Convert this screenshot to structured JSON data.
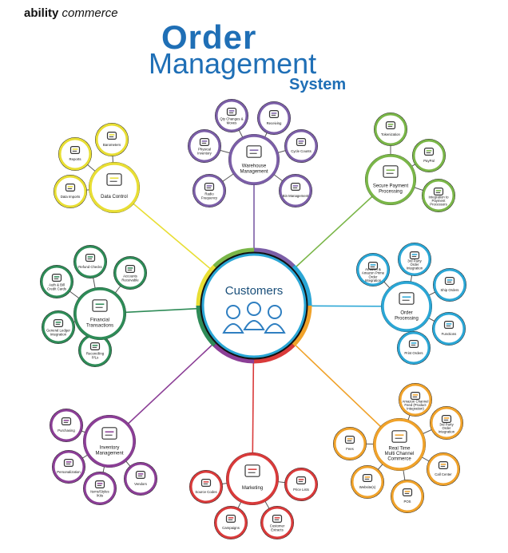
{
  "header": {
    "brand_bold": "ability",
    "brand_italic": "commerce",
    "title_line1": "Order",
    "title_line2": "Management",
    "title_line3": "System"
  },
  "center": {
    "label": "Customers"
  },
  "groups": [
    {
      "key": "warehouse",
      "label": "Warehouse Management",
      "color": "#7b5ea7",
      "items": [
        "Qty Changes & Moves",
        "Receiving",
        "Physical Inventory",
        "Cycle Counts",
        "Radio Frequency",
        "Bin Management"
      ]
    },
    {
      "key": "secure-payment",
      "label": "Secure Payment Processing",
      "color": "#7ab648",
      "items": [
        "Tokenization",
        "PayPal",
        "Integration to Payment Processors"
      ]
    },
    {
      "key": "order-processing",
      "label": "Order Processing",
      "color": "#2aa6d5",
      "items": [
        "Amazon & Amazon Prime Order Integration",
        "3rd Party Order Integration",
        "Ship Orders",
        "Functions",
        "Print Orders"
      ]
    },
    {
      "key": "real-time",
      "label": "Real Time Multi Channel Commerce",
      "color": "#f0a22a",
      "items": [
        "Amazon Channel Feed (Product Integration)",
        "3rd Party Order Integration",
        "Call Center",
        "POS",
        "Website(s)",
        "Fees"
      ]
    },
    {
      "key": "marketing",
      "label": "Marketing",
      "color": "#d93a3a",
      "items": [
        "Source Codes",
        "Price Lists",
        "Customer Extracts",
        "Campaigns"
      ]
    },
    {
      "key": "inventory",
      "label": "Inventory Management",
      "color": "#8b3e96",
      "items": [
        "Purchasing",
        "Personalization",
        "Items/Styles /Kits",
        "Vendors"
      ]
    },
    {
      "key": "financial",
      "label": "Financial Transactions",
      "color": "#2e8b57",
      "items": [
        "Refund Checks",
        "Accounts Receivable",
        "Auth & Bill Credit Cards",
        "General Ledger Integration",
        "Reconciling P/Ls"
      ]
    },
    {
      "key": "data-control",
      "label": "Data Control",
      "color": "#e8de34",
      "items": [
        "Barometers",
        "Reports",
        "Data Imports"
      ]
    }
  ]
}
